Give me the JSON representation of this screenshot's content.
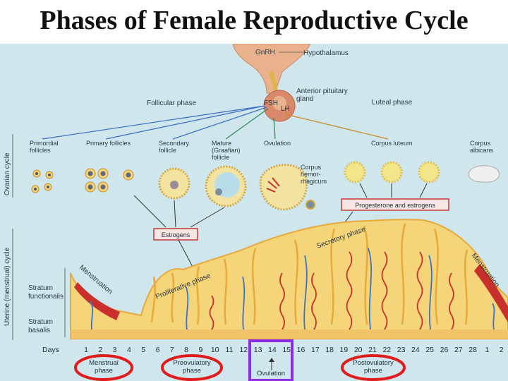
{
  "title": "Phases of Female Reproductive Cycle",
  "hormones": {
    "gnrh": "GnRH",
    "hypothalamus": "Hypothalamus",
    "anterior_pituitary": "Anterior pituitary gland",
    "fsh": "FSH",
    "lh": "LH",
    "follicular_phase": "Follicular phase",
    "luteal_phase": "Luteal phase"
  },
  "ovarian": {
    "side_label": "Ovarian cycle",
    "stages": [
      "Primordial follicles",
      "Primary follicles",
      "Secondary follicle",
      "Mature (Graafian) follicle",
      "Ovulation",
      "Corpus luteum",
      "Corpus albicans"
    ],
    "corpus_hemorrhagicum": "Corpus hemor-rhagicum",
    "estrogens_box": "Estrogens",
    "progesterone_box": "Progesterone and estrogens"
  },
  "uterine": {
    "side_label": "Uterine (menstrual) cycle",
    "menstruation": "Menstruation",
    "proliferative_phase": "Proliferative phase",
    "secretory_phase": "Secretory phase",
    "stratum_functionalis": "Stratum functionalis",
    "stratum_basalis": "Stratum basalis"
  },
  "days": {
    "label": "Days",
    "values": [
      "1",
      "2",
      "3",
      "4",
      "5",
      "6",
      "7",
      "8",
      "9",
      "10",
      "11",
      "12",
      "13",
      "14",
      "15",
      "16",
      "17",
      "18",
      "19",
      "20",
      "21",
      "22",
      "23",
      "24",
      "25",
      "26",
      "27",
      "28",
      "1",
      "2"
    ]
  },
  "phases": {
    "menstrual": "Menstrual phase",
    "preovulatory": "Preovulatory phase",
    "ovulation": "Ovulation",
    "postovulatory": "Postovulatory phase"
  },
  "colors": {
    "background": "#cfe6ec",
    "endometrium": "#f5d57a",
    "gland": "#e8a93a",
    "artery_red": "#c9302c",
    "vein_blue": "#3f72c4",
    "highlight_red": "#e01c1c",
    "highlight_purple": "#8b2be2"
  }
}
